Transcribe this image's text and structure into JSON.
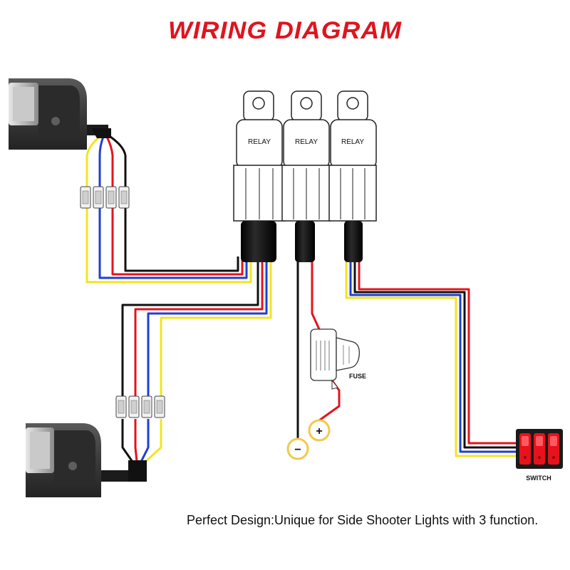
{
  "title": "WIRING DIAGRAM",
  "relays": [
    {
      "label": "RELAY"
    },
    {
      "label": "RELAY"
    },
    {
      "label": "RELAY"
    }
  ],
  "fuse_label": "FUSE",
  "switch_label": "SWITCH",
  "terminals": {
    "positive": "+",
    "negative": "−"
  },
  "caption": "Perfect Design:Unique for Side Shooter Lights with 3 function.",
  "colors": {
    "title": "#e0141e",
    "wire_red": "#e3141b",
    "wire_blue": "#1f3fd0",
    "wire_yellow": "#f2e422",
    "wire_black": "#111111",
    "switch_red": "#e8121c",
    "terminal_ring": "#f2c94c"
  }
}
